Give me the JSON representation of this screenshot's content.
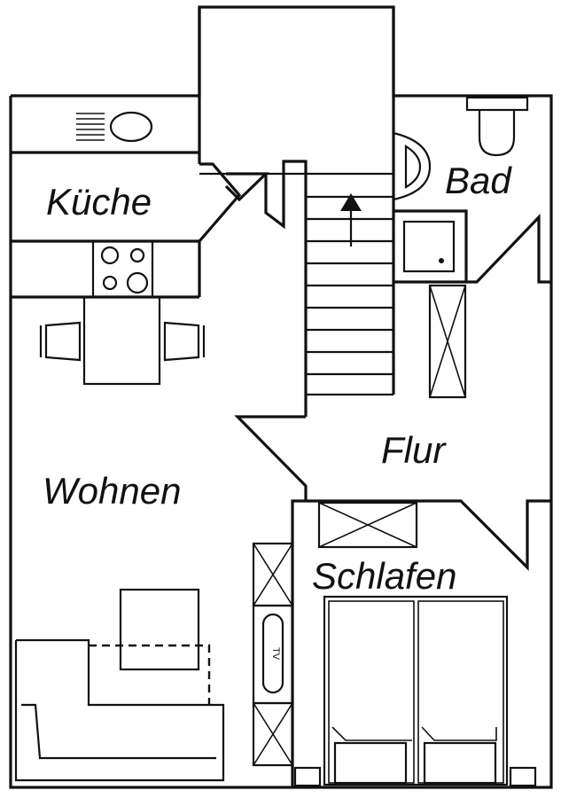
{
  "plan": {
    "rooms": {
      "kueche": "Küche",
      "bad": "Bad",
      "wohnen": "Wohnen",
      "flur": "Flur",
      "schlafen": "Schlafen"
    },
    "tv_label": "TV"
  }
}
